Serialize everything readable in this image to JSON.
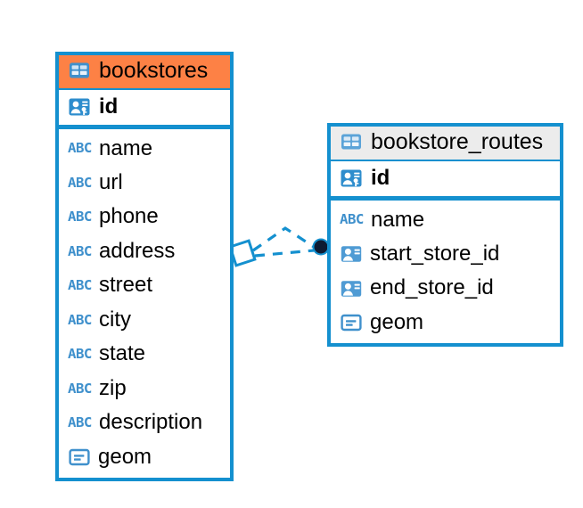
{
  "diagram": {
    "type": "entity-relationship-diagram",
    "background_color": "#ffffff",
    "accent_color": "#1490cf",
    "selected_color": "#fd8145",
    "header_color": "#ececec",
    "icon_color": "#3f90cc"
  },
  "tables": [
    {
      "name": "bookstores",
      "selected": true,
      "primary_key": {
        "label": "id",
        "icon": "primary-key-icon"
      },
      "fields": [
        {
          "label": "name",
          "icon": "text-type-icon",
          "icon_text": "ABC"
        },
        {
          "label": "url",
          "icon": "text-type-icon",
          "icon_text": "ABC"
        },
        {
          "label": "phone",
          "icon": "text-type-icon",
          "icon_text": "ABC"
        },
        {
          "label": "address",
          "icon": "text-type-icon",
          "icon_text": "ABC"
        },
        {
          "label": "street",
          "icon": "text-type-icon",
          "icon_text": "ABC"
        },
        {
          "label": "city",
          "icon": "text-type-icon",
          "icon_text": "ABC"
        },
        {
          "label": "state",
          "icon": "text-type-icon",
          "icon_text": "ABC"
        },
        {
          "label": "zip",
          "icon": "text-type-icon",
          "icon_text": "ABC"
        },
        {
          "label": "description",
          "icon": "text-type-icon",
          "icon_text": "ABC"
        },
        {
          "label": "geom",
          "icon": "geometry-type-icon",
          "icon_text": ""
        }
      ]
    },
    {
      "name": "bookstore_routes",
      "selected": false,
      "primary_key": {
        "label": "id",
        "icon": "primary-key-icon"
      },
      "fields": [
        {
          "label": "name",
          "icon": "text-type-icon",
          "icon_text": "ABC"
        },
        {
          "label": "start_store_id",
          "icon": "foreign-key-icon",
          "icon_text": ""
        },
        {
          "label": "end_store_id",
          "icon": "foreign-key-icon",
          "icon_text": ""
        },
        {
          "label": "geom",
          "icon": "geometry-type-icon",
          "icon_text": ""
        }
      ]
    }
  ],
  "relationship": {
    "style": "dashed",
    "color": "#1490cf",
    "source_marker": "diamond",
    "target_marker": "filled-circle",
    "target_marker_color": "#0d1b33"
  }
}
